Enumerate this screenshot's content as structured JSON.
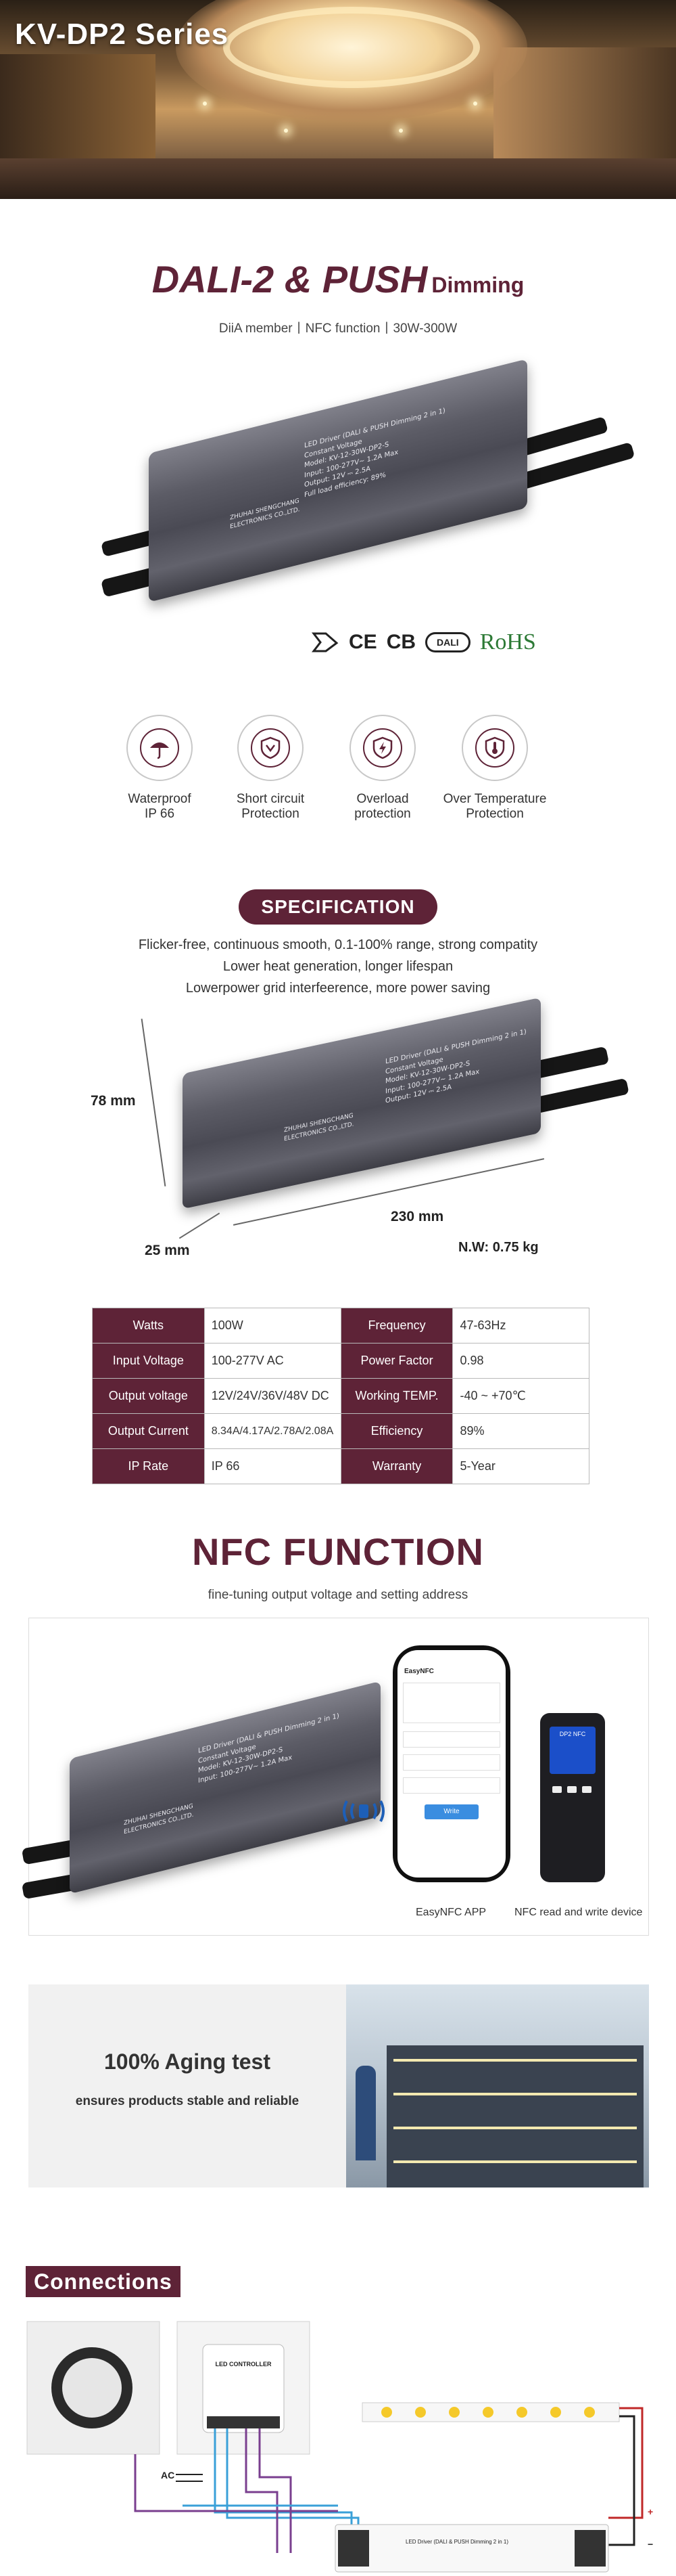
{
  "hero": {
    "title": "KV-DP2 Series"
  },
  "headline": {
    "main": "DALI-2 & PUSH",
    "suffix": "Dimming",
    "subtitle": "DiiA member丨NFC function丨30W-300W"
  },
  "product_label": {
    "title": "LED Driver (DALI & PUSH Dimming 2 in 1)",
    "l1": "Constant Voltage",
    "l2": "Model: KV-12-30W-DP2-S",
    "l3": "Input: 100-277V~ 1.2A Max",
    "l4": "Output: 12V ⎓ 2.5A",
    "l5": "Full load efficiency: 89%",
    "maker": "ZHUHAI SHENGCHANG ELECTRONICS CO.,LTD."
  },
  "certifications": {
    "icons": [
      "ce-icon",
      "cb-icon",
      "dali-icon",
      "rohs-icon"
    ],
    "ce": "CE",
    "cb": "CB",
    "dali": "DALI",
    "rohs": "RoHS"
  },
  "features": [
    {
      "icon": "umbrella-icon",
      "label_l1": "Waterproof",
      "label_l2": "IP 66"
    },
    {
      "icon": "shield-icon",
      "label_l1": "Short circuit",
      "label_l2": "Protection"
    },
    {
      "icon": "lightning-shield-icon",
      "label_l1": "Overload",
      "label_l2": "protection"
    },
    {
      "icon": "thermometer-shield-icon",
      "label_l1": "Over Temperature",
      "label_l2": "Protection"
    }
  ],
  "specification": {
    "badge": "SPECIFICATION",
    "lines": [
      "Flicker-free, continuous smooth, 0.1-100% range, strong compatity",
      "Lower heat generation, longer lifespan",
      "Lowerpower grid interfeerence, more power saving"
    ],
    "dims": {
      "height": "78 mm",
      "length": "230 mm",
      "width": "25 mm"
    },
    "weight": "N.W:  0.75 kg",
    "table": [
      [
        "Watts",
        "100W",
        "Frequency",
        "47-63Hz"
      ],
      [
        "Input Voltage",
        "100-277V AC",
        "Power Factor",
        "0.98"
      ],
      [
        "Output voltage",
        "12V/24V/36V/48V DC",
        "Working TEMP.",
        "-40 ~ +70℃"
      ],
      [
        "Output Current",
        "8.34A/4.17A/2.78A/2.08A",
        "Efficiency",
        "89%"
      ],
      [
        "IP Rate",
        "IP 66",
        "Warranty",
        "5-Year"
      ]
    ]
  },
  "nfc": {
    "title": "NFC FUNCTION",
    "subtitle": "fine-tuning output voltage and setting address",
    "app_caption": "EasyNFC APP",
    "device_caption": "NFC read and write device",
    "app_name": "EasyNFC",
    "app_button": "Write",
    "device_screen": "DP2 NFC"
  },
  "aging": {
    "title": "100% Aging test",
    "subtitle": "ensures products stable and reliable"
  },
  "connections": {
    "title": "Connections",
    "controller_label": "LED CONTROLLER",
    "ac": "AC",
    "plus": "+",
    "minus": "−"
  },
  "colors": {
    "brand": "#5e2337",
    "wire_blue": "#3aa0d8",
    "wire_purple": "#7a3f8f",
    "wire_red": "#c02828",
    "wire_black": "#222222"
  }
}
